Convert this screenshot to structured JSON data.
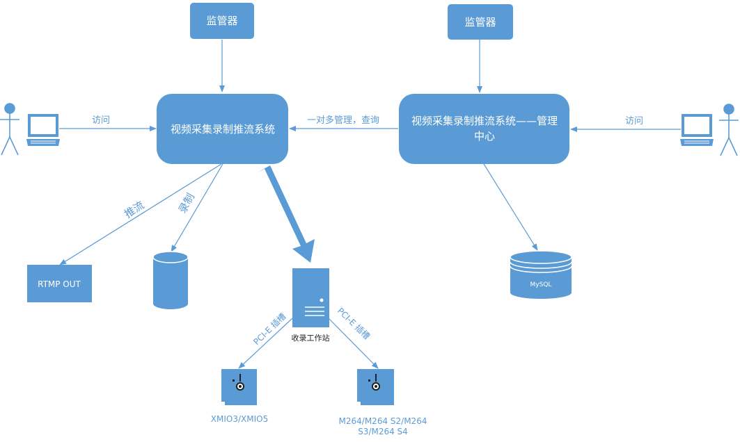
{
  "supervisor_left": "监管器",
  "supervisor_right": "监管器",
  "main_system": "视频采集录制推流系统",
  "management_center_line1": "视频采集录制推流系统——管理",
  "management_center_line2": "中心",
  "edge_access_left": "访问",
  "edge_access_right": "访问",
  "edge_one_to_many": "一对多管理，查询",
  "edge_push_stream": "推流",
  "edge_record": "录制",
  "rtmp_out": "RTMP OUT",
  "mysql": "MySQL",
  "workstation": "收录工作站",
  "pcie_left": "PCI-E 插槽",
  "pcie_right": "PCI-E 插槽",
  "card_left_label": "XMIO3/XMIO5",
  "card_right_label_line1": "M264/M264 S2/M264",
  "card_right_label_line2": "S3/M264 S4",
  "colors": {
    "node_fill": "#5b9bd5",
    "line": "#5b9bd5",
    "text_on_node": "#ffffff",
    "label_text": "#5b9bd5"
  }
}
